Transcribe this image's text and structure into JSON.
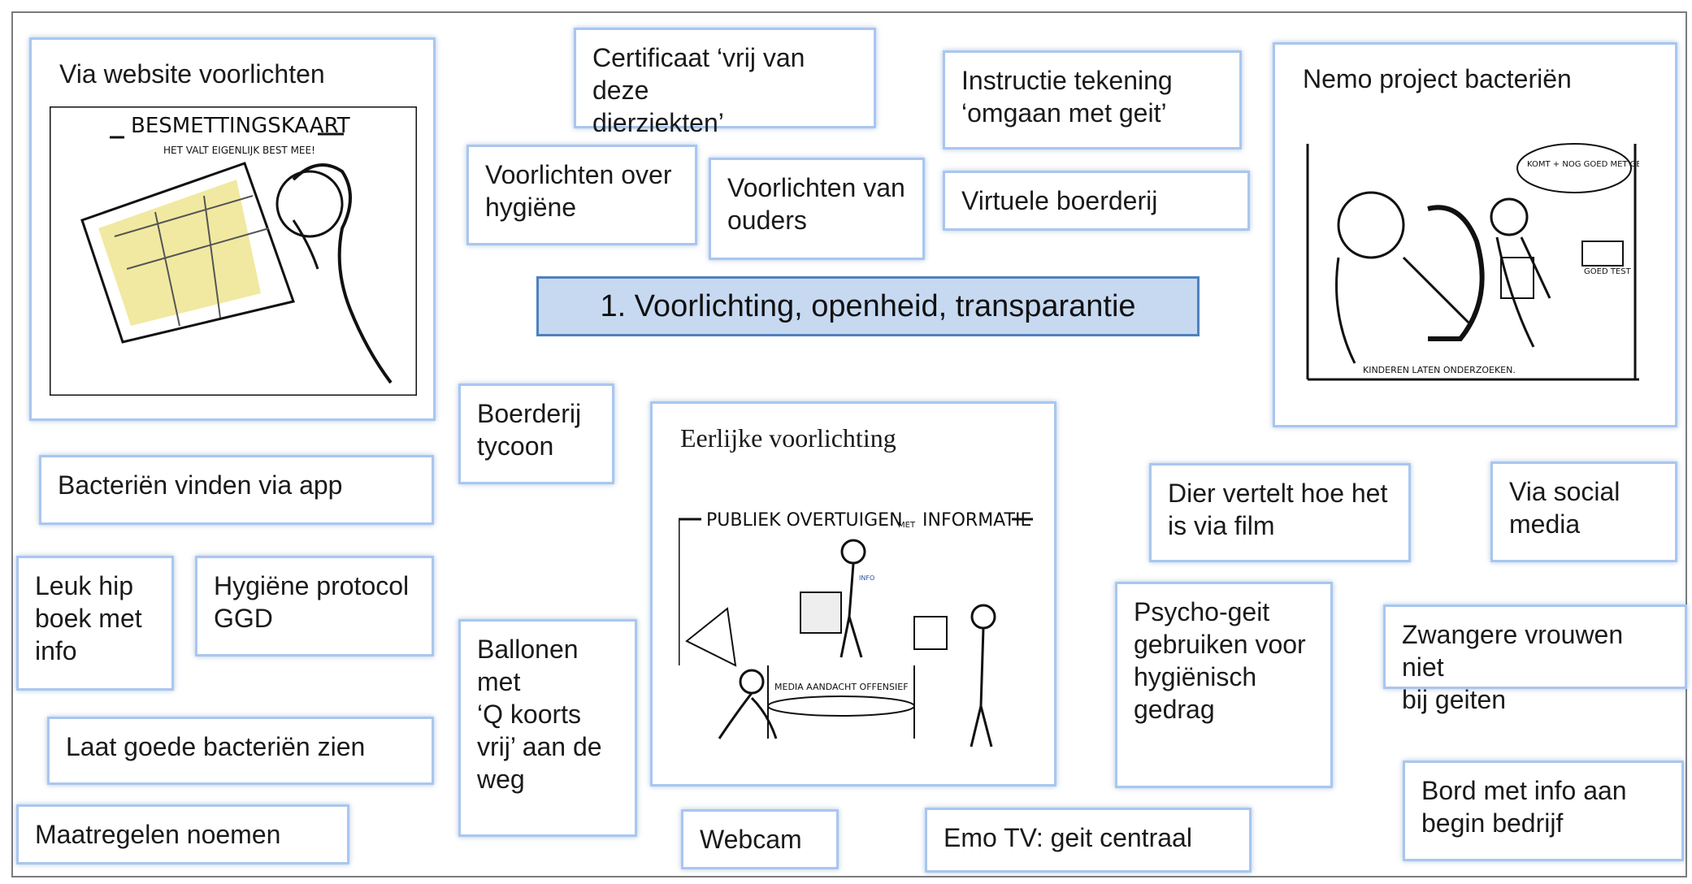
{
  "title": "1. Voorlichting, openheid, transparantie",
  "cards": {
    "website": "Via website voorlichten",
    "certificaat": "Certificaat ‘vrij van deze\ndierziekten’",
    "instructie": "Instructie tekening\n‘omgaan met geit’",
    "nemo": "Nemo project bacteriën",
    "hygiene": "Voorlichten over\nhygiëne",
    "ouders": "Voorlichten van\nouders",
    "virtueel": "Virtuele boerderij",
    "tycoon": "Boerderij\ntycoon",
    "eerlijk": "Eerlijke voorlichting",
    "app": "Bacteriën vinden via app",
    "film": "Dier vertelt hoe het\nis via film",
    "social": "Via social\nmedia",
    "boek": "Leuk hip\nboek met\ninfo",
    "protocol": "Hygiëne protocol\nGGD",
    "ballonen": "Ballonen met\n‘Q koorts\nvrij’ aan de\nweg",
    "psycho": "Psycho-geit\ngebruiken voor\nhygiënisch\ngedrag",
    "zwanger": "Zwangere vrouwen niet\nbij geiten",
    "goede": "Laat goede bacteriën zien",
    "bord": "Bord met info aan\nbegin bedrijf",
    "maatregelen": "Maatregelen noemen",
    "webcam": "Webcam",
    "emotv": "Emo TV: geit centraal"
  },
  "sketches": {
    "map_title": "BESMETTINGSKAART",
    "map_subtitle": "HET VALT EIGENLIJK BEST MEE!",
    "nemo_bubble": "KOMT + NOG GOED MET GERDA DE GEIT..?",
    "nemo_caption": "KINDEREN LATEN ONDERZOEKEN.",
    "nemo_label": "GOED TEST",
    "publiek_title": "PUBLIEK OVERTUIGEN",
    "publiek_met": "MET",
    "publiek_info": "INFORMATIE",
    "publiek_stand": "MEDIA AANDACHT OFFENSIEF",
    "publiek_shirt": "INFO"
  },
  "colors": {
    "card_border": "#a9c6ef",
    "title_fill": "#c6d9f1",
    "title_border": "#4f81bd",
    "highlight_yellow": "#ede48a"
  }
}
